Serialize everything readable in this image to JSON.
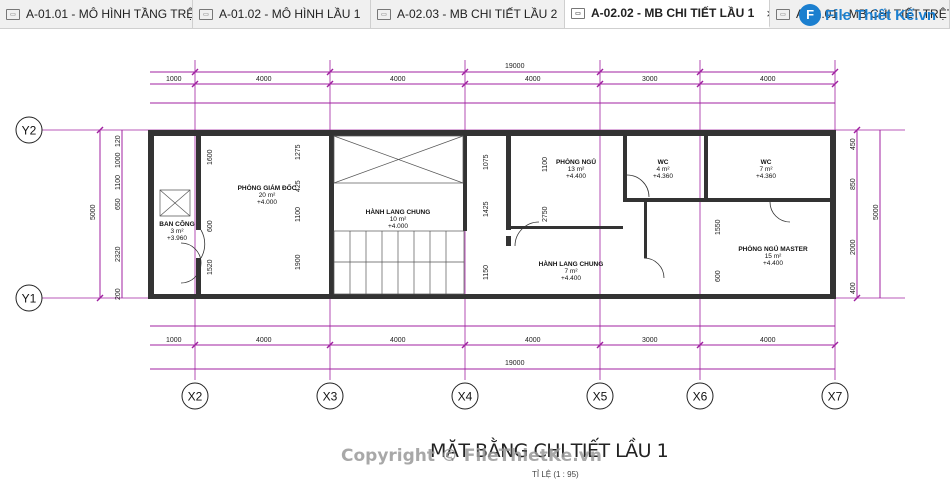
{
  "tabs": [
    {
      "label": "A-01.01 - MÔ HÌNH TẦNG TRỆT",
      "active": false
    },
    {
      "label": "A-01.02 - MÔ HÌNH LẦU 1",
      "active": false
    },
    {
      "label": "A-02.03 - MB CHI TIẾT LẦU 2",
      "active": false
    },
    {
      "label": "A-02.02 - MB CHI TIẾT LẦU 1",
      "active": true
    },
    {
      "label": "A-02.01 - MB CHI TIẾT TRỆT",
      "active": false
    }
  ],
  "tab_close_glyph": "×",
  "logo": {
    "mark": "F",
    "text": "File Thiết Kế.vn"
  },
  "grid": {
    "rows": [
      "Y2",
      "Y1"
    ],
    "cols": [
      "X2",
      "X3",
      "X4",
      "X5",
      "X6",
      "X7"
    ]
  },
  "rooms": [
    {
      "name": "PHÒNG GIÁM ĐỐC",
      "area": "20 m²",
      "level": "+4.000"
    },
    {
      "name": "BAN CÔNG",
      "area": "3 m²",
      "level": "+3.960"
    },
    {
      "name": "HÀNH LANG CHUNG",
      "area": "10 m²",
      "level": "+4.000"
    },
    {
      "name": "PHÒNG NGỦ",
      "area": "13 m²",
      "level": "+4.400"
    },
    {
      "name": "WC",
      "area": "4 m²",
      "level": "+4.360"
    },
    {
      "name": "WC",
      "area": "7 m²",
      "level": "+4.360"
    },
    {
      "name": "PHÒNG NGỦ MASTER",
      "area": "15 m²",
      "level": "+4.400"
    },
    {
      "name": "HÀNH LANG CHUNG",
      "area": "7 m²",
      "level": "+4.400"
    }
  ],
  "dims": {
    "overall": "19000",
    "top_segments": [
      "1000",
      "4000",
      "4000",
      "4000",
      "3000",
      "4000"
    ],
    "left_total": "5000",
    "right_total": "5000",
    "left_parts": [
      "120",
      "1000",
      "1100",
      "650",
      "2320",
      "200"
    ],
    "right_parts": [
      "450",
      "850",
      "2000",
      "400"
    ]
  },
  "title": "MẶT BẰNG CHI TIẾT LẦU 1",
  "scale": "TỈ LỆ (1 : 95)",
  "watermark": "Copyright © FileThietKe.vn"
}
